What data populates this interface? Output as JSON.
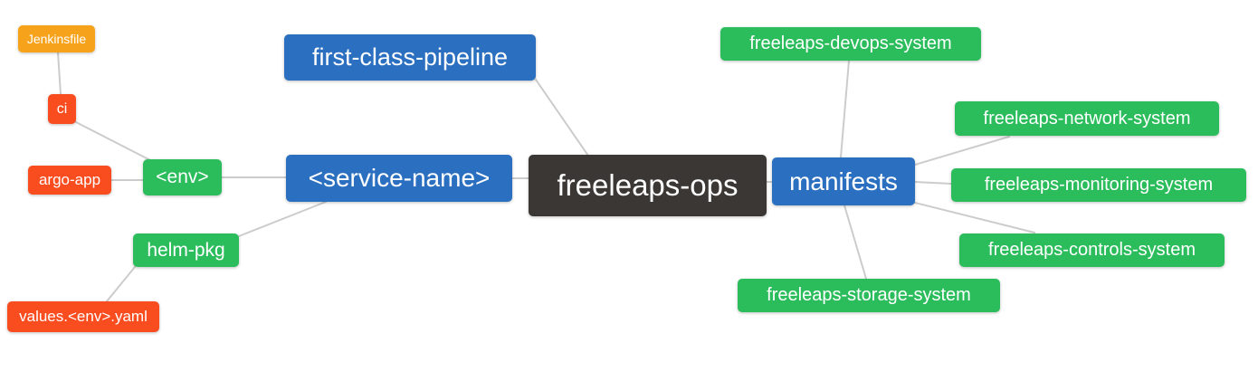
{
  "diagram": {
    "type": "mindmap",
    "title": "freeleaps-ops repository structure mind map",
    "background_color": "#ffffff",
    "edge_color": "#cccccc",
    "palette": {
      "root": "#3B3735",
      "branch": "#2B6FC0",
      "leaf_green": "#2BBD5C",
      "file_red": "#F94C1F",
      "jenkins_orange": "#F7A21B"
    },
    "nodes": {
      "freeleaps_ops": {
        "label": "freeleaps-ops",
        "color": "#3B3735"
      },
      "first_class_pipeline": {
        "label": "first-class-pipeline",
        "color": "#2B6FC0"
      },
      "service_name": {
        "label": "<service-name>",
        "color": "#2B6FC0"
      },
      "manifests": {
        "label": "manifests",
        "color": "#2B6FC0"
      },
      "env": {
        "label": "<env>",
        "color": "#2BBD5C"
      },
      "helm_pkg": {
        "label": "helm-pkg",
        "color": "#2BBD5C"
      },
      "ci": {
        "label": "ci",
        "color": "#F94C1F"
      },
      "argo_app": {
        "label": "argo-app",
        "color": "#F94C1F"
      },
      "values_env_yaml": {
        "label": "values.<env>.yaml",
        "color": "#F94C1F"
      },
      "jenkinsfile": {
        "label": "Jenkinsfile",
        "color": "#F7A21B"
      },
      "devops_system": {
        "label": "freeleaps-devops-system",
        "color": "#2BBD5C"
      },
      "network_system": {
        "label": "freeleaps-network-system",
        "color": "#2BBD5C"
      },
      "monitoring_system": {
        "label": "freeleaps-monitoring-system",
        "color": "#2BBD5C"
      },
      "controls_system": {
        "label": "freeleaps-controls-system",
        "color": "#2BBD5C"
      },
      "storage_system": {
        "label": "freeleaps-storage-system",
        "color": "#2BBD5C"
      }
    },
    "edges": [
      [
        "jenkinsfile",
        "ci"
      ],
      [
        "ci",
        "env"
      ],
      [
        "argo_app",
        "env"
      ],
      [
        "env",
        "service_name"
      ],
      [
        "helm_pkg",
        "service_name"
      ],
      [
        "values_env_yaml",
        "helm_pkg"
      ],
      [
        "service_name",
        "freeleaps_ops"
      ],
      [
        "first_class_pipeline",
        "freeleaps_ops"
      ],
      [
        "freeleaps_ops",
        "manifests"
      ],
      [
        "manifests",
        "devops_system"
      ],
      [
        "manifests",
        "network_system"
      ],
      [
        "manifests",
        "monitoring_system"
      ],
      [
        "manifests",
        "controls_system"
      ],
      [
        "manifests",
        "storage_system"
      ]
    ]
  }
}
